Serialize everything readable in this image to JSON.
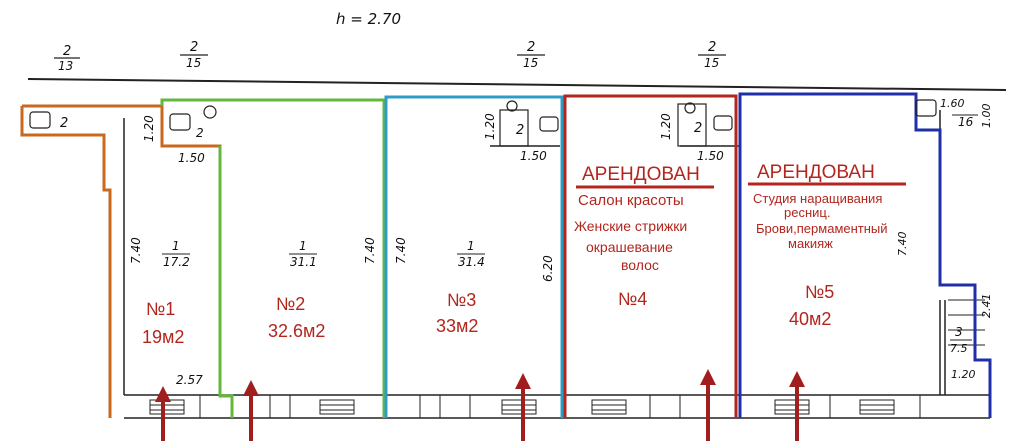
{
  "header": {
    "height_label": "h = 2.70"
  },
  "top_codes": [
    {
      "num": "2",
      "den": "13"
    },
    {
      "num": "2",
      "den": "15"
    },
    {
      "num": "2",
      "den": "15"
    },
    {
      "num": "2",
      "den": "15"
    }
  ],
  "dims": {
    "d120_a": "1.20",
    "d150_a": "1.50",
    "d120_b": "1.20",
    "d150_b": "1.50",
    "d120_c": "1.20",
    "d150_c": "1.50",
    "d740_a": "7.40",
    "d740_b": "7.40",
    "d740_c": "7.40",
    "d620": "6.20",
    "d257": "2.57",
    "d160": "1.60",
    "d100": "1.00",
    "d241": "2.41",
    "d120_d": "1.20"
  },
  "wc_labels": {
    "wc_a": "2",
    "wc_b": "2",
    "wc_c": "2",
    "wc_d": "2",
    "wc_e": "2"
  },
  "small_codes": {
    "code_16": "16",
    "stair_num": "3",
    "stair_den": "7.5"
  },
  "room_codes": [
    {
      "num": "1",
      "den": "17.2"
    },
    {
      "num": "1",
      "den": "31.1"
    },
    {
      "num": "1",
      "den": "31.4"
    }
  ],
  "rooms": [
    {
      "id": "№1",
      "area": "19м2",
      "color": "#c8691f"
    },
    {
      "id": "№2",
      "area": "32.6м2",
      "color": "#62b83a"
    },
    {
      "id": "№3",
      "area": "33м2",
      "color": "#2e9cc6"
    },
    {
      "id": "№4",
      "color": "#b3261e"
    },
    {
      "id": "№5",
      "area": "40м2",
      "color": "#1f2fa8"
    }
  ],
  "room4": {
    "status": "АРЕНДОВАН",
    "desc": [
      "Салон красоты",
      "Женские стрижки",
      "окрашевание",
      "волос"
    ]
  },
  "room5": {
    "status": "АРЕНДОВАН",
    "desc": [
      "Студия наращивания",
      "ресниц.",
      "Брови,пермаментный",
      "макияж"
    ]
  },
  "colors": {
    "arrow": "#a01e1e",
    "underline": "#b3261e",
    "wall": "#222222"
  }
}
